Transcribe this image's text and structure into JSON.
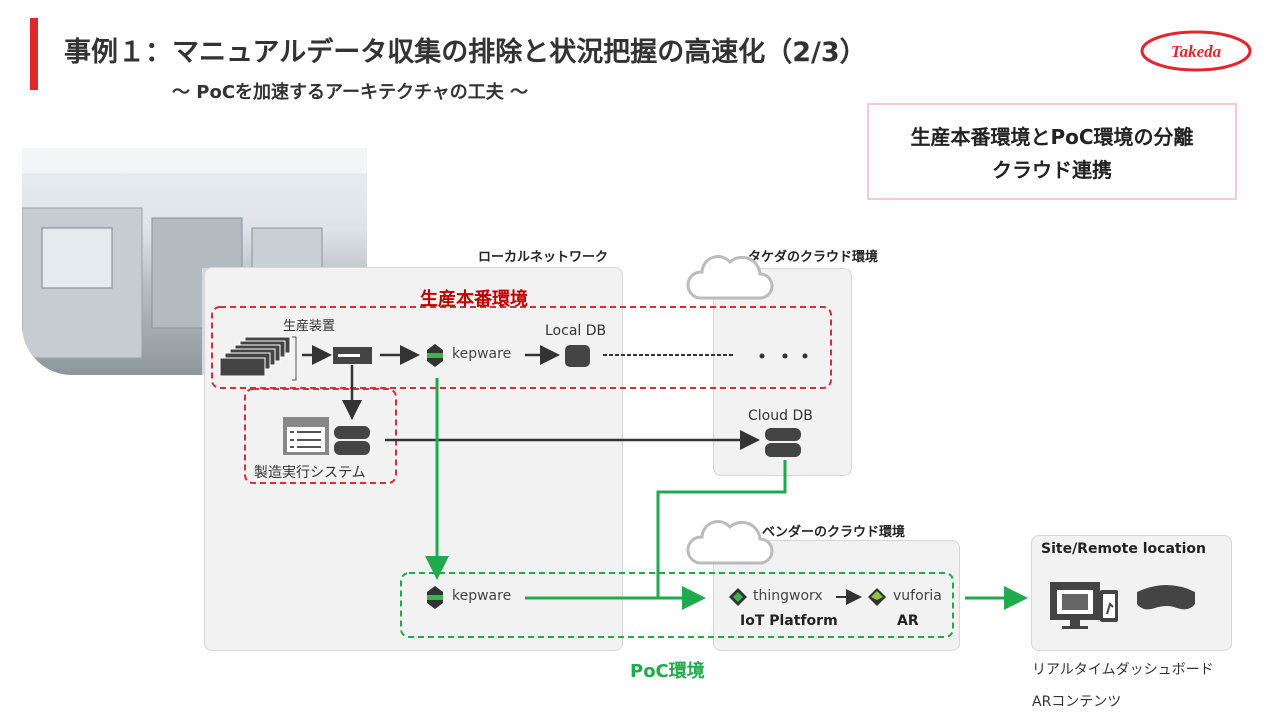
{
  "slide": {
    "title": "事例１：マニュアルデータ収集の排除と状況把握の高速化（2/3）",
    "subtitle": "～ PoCを加速するアーキテクチャの工夫 ～",
    "logo_text": "Takeda",
    "highlight_lines": [
      "生産本番環境とPoC環境の分離",
      "クラウド連携"
    ]
  },
  "diagram": {
    "local_network": "ローカルネットワーク",
    "takeda_cloud": "タケダのクラウド環境",
    "vendor_cloud": "ベンダーのクラウド環境",
    "production_env": "生産本番環境",
    "production_equipment": "生産装置",
    "local_db": "Local DB",
    "cloud_db": "Cloud DB",
    "mes": "製造実行システム",
    "kepware": "kepware",
    "thingworx": "thingworx",
    "vuforia": "vuforia",
    "iot_platform": "IoT Platform",
    "ar": "AR",
    "poc_env": "PoC環境",
    "site": "Site/Remote location",
    "outputs": [
      "リアルタイムダッシュボード",
      "ARコンテンツ"
    ],
    "colors": {
      "production": "#c00000",
      "poc": "#1faa4b",
      "accent": "#e0262f"
    }
  }
}
